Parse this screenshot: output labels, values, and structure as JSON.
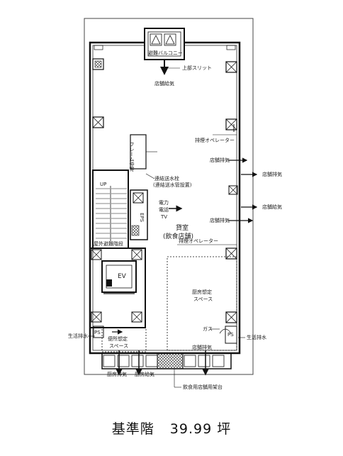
{
  "floor": {
    "name": "基準階",
    "area": "39.99 坪"
  },
  "labels": {
    "balcony": "避難バルコニー",
    "upper_slit": "上部スリット",
    "store_supply_top": "店舗給気",
    "exhaust_op_1": "排煙オペレーター",
    "store_exhaust_1": "店舗排気",
    "store_exhaust_right": "店舗排気",
    "store_supply_right": "店舗給気",
    "store_exhaust_2": "店舗排気",
    "exhaust_op_2": "排煙オペレーター",
    "frame_sleeve": "フレーム仲寄",
    "hydrant": "連結送水栓",
    "hydrant_sub": "(連結送水管設置)",
    "power": "電力",
    "phone": "電話",
    "tv": "TV",
    "eps": "EPS",
    "ext_stair": "屋外避難階段",
    "tenant": "貸室",
    "tenant_sub": "(飲食店舗)",
    "ev": "EV",
    "kitchen": "厨房想定",
    "kitchen_sub": "スペース",
    "gas": "ガス",
    "ps_right": "PS",
    "ps_left": "PS",
    "toilet_area": "便所想定",
    "toilet_area_sub": "スペース",
    "drain_left": "生活排水",
    "drain_right": "生活排水",
    "kitchen_exhaust_bottom": "厨房排気",
    "kitchen_supply_bottom": "厨房給気",
    "store_exhaust_bottom": "店舗排気",
    "duct_rack": "飲食用店舗用架台",
    "up": "UP"
  }
}
